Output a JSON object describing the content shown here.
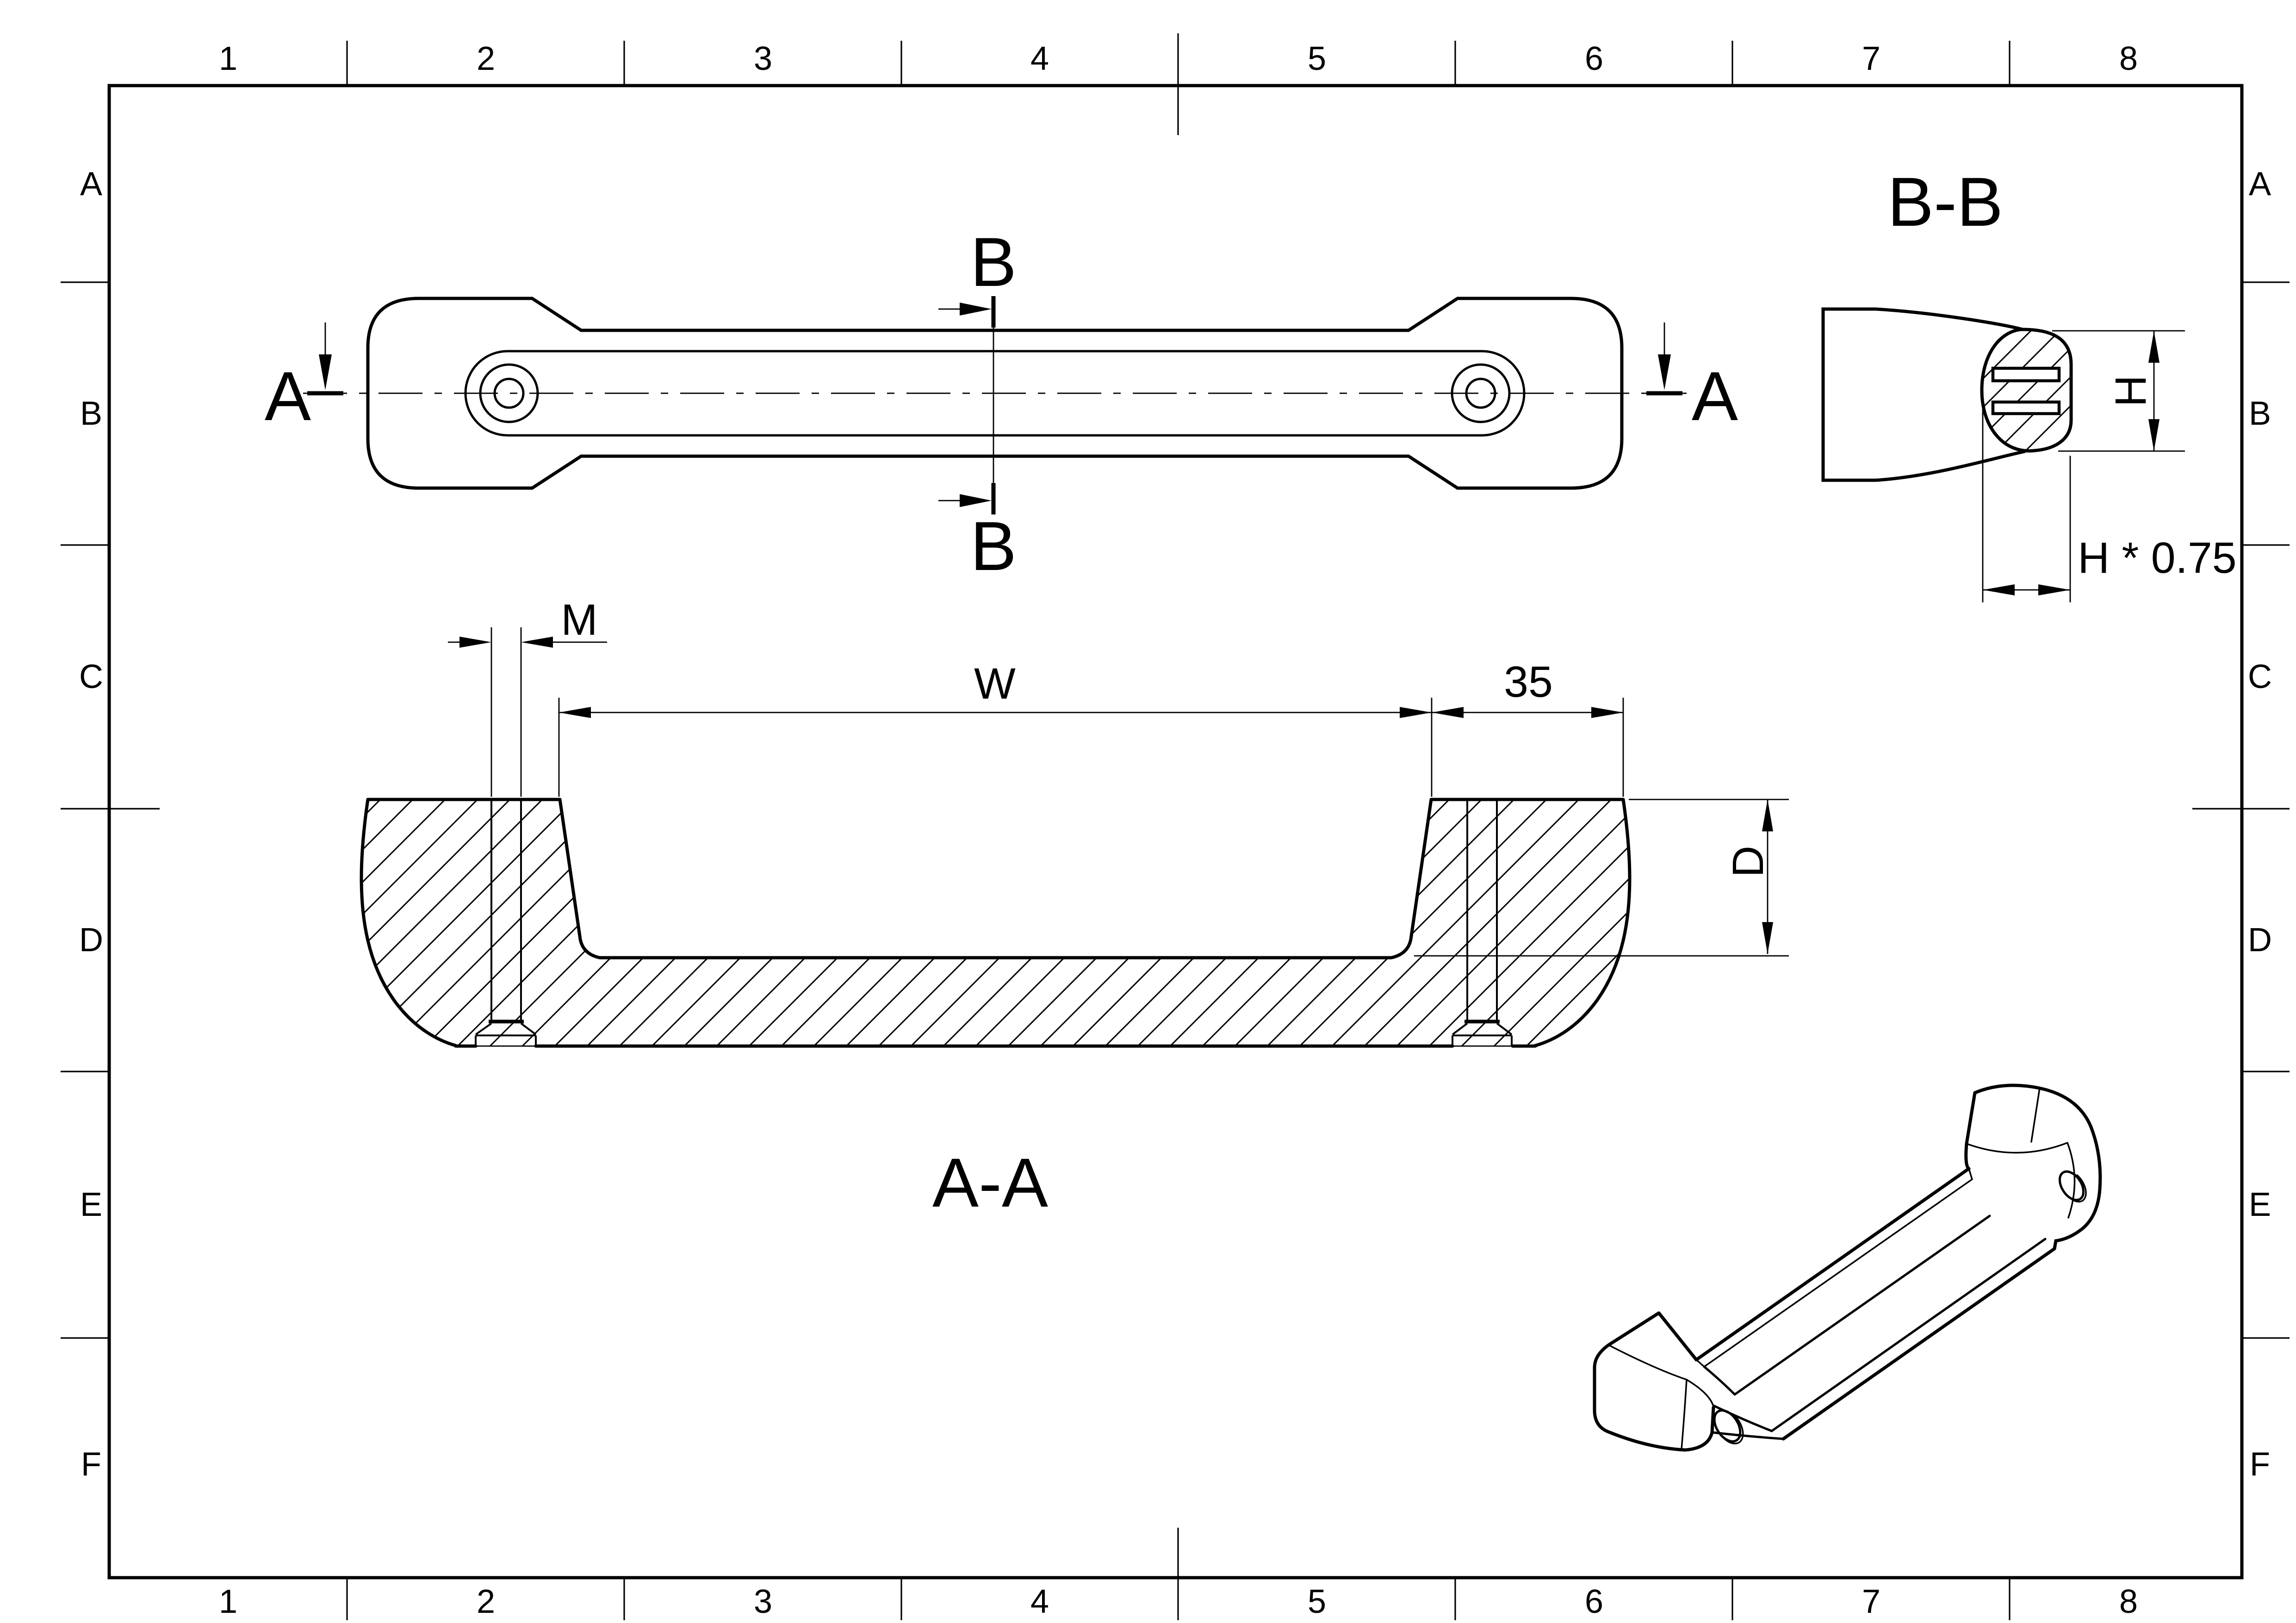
{
  "sheet": {
    "background": "#ffffff",
    "line_color": "#000000"
  },
  "frame": {
    "columns": [
      "1",
      "2",
      "3",
      "4",
      "5",
      "6",
      "7",
      "8"
    ],
    "rows": [
      "A",
      "B",
      "C",
      "D",
      "E",
      "F"
    ]
  },
  "top_view": {
    "section_a_label": "A",
    "section_b_label": "B"
  },
  "section_aa": {
    "title": "A-A",
    "dim_hole_diameter": "M",
    "dim_inner_width": "W",
    "dim_foot_width": "35",
    "dim_depth": "D"
  },
  "section_bb": {
    "title": "B-B",
    "dim_height": "H",
    "dim_thickness": "H * 0.75"
  }
}
